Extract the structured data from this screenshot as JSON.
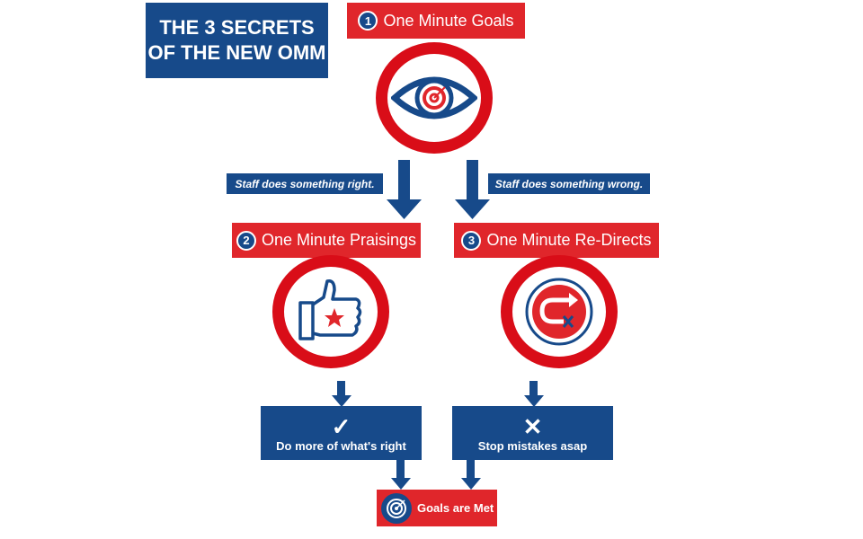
{
  "title": {
    "line1": "THE 3 SECRETS",
    "line2": "OF THE NEW OMM"
  },
  "steps": [
    {
      "number": "1",
      "label": "One Minute Goals"
    },
    {
      "number": "2",
      "label": "One Minute Praisings"
    },
    {
      "number": "3",
      "label": "One Minute Re-Directs"
    }
  ],
  "branches": {
    "right": "Staff does something right.",
    "wrong": "Staff does something wrong."
  },
  "outcomes": {
    "right": {
      "mark": "✓",
      "label": "Do more of what's right"
    },
    "wrong": {
      "mark": "✕",
      "label": "Stop mistakes asap"
    }
  },
  "result": {
    "label": "Goals are Met"
  },
  "colors": {
    "blue": "#174a8a",
    "red": "#e0262b",
    "ring": "#d90d18"
  }
}
